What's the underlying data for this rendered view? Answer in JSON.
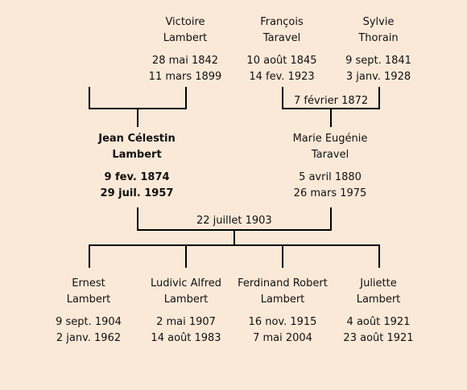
{
  "grandparents": [
    {
      "first": "Victoire",
      "last": "Lambert",
      "birth": "28 mai 1842",
      "death": "11 mars 1899"
    },
    {
      "first": "François",
      "last": "Taravel",
      "birth": "10 août 1845",
      "death": "14 fev. 1923"
    },
    {
      "first": "Sylvie",
      "last": "Thorain",
      "birth": "9 sept. 1841",
      "death": "3 janv. 1928"
    }
  ],
  "grandparents_marriage": "7 février 1872",
  "father": {
    "first": "Jean Célestin",
    "last": "Lambert",
    "birth": "9 fev. 1874",
    "death": "29 juil. 1957"
  },
  "mother": {
    "first": "Marie Eugénie",
    "last": "Taravel",
    "birth": "5 avril 1880",
    "death": "26 mars 1975"
  },
  "parents_marriage": "22 juillet 1903",
  "children": [
    {
      "first": "Ernest",
      "last": "Lambert",
      "birth": "9 sept. 1904",
      "death": "2 janv. 1962"
    },
    {
      "first": "Ludivic Alfred",
      "last": "Lambert",
      "birth": "2 mai 1907",
      "death": "14 août 1983"
    },
    {
      "first": "Ferdinand Robert",
      "last": "Lambert",
      "birth": "16 nov. 1915",
      "death": "7 mai 2004"
    },
    {
      "first": "Juliette",
      "last": "Lambert",
      "birth": "4 août 1921",
      "death": "23 août 1921"
    }
  ],
  "colors": {
    "background": "#fbe9d8",
    "line": "#000000",
    "text": "#111111"
  }
}
